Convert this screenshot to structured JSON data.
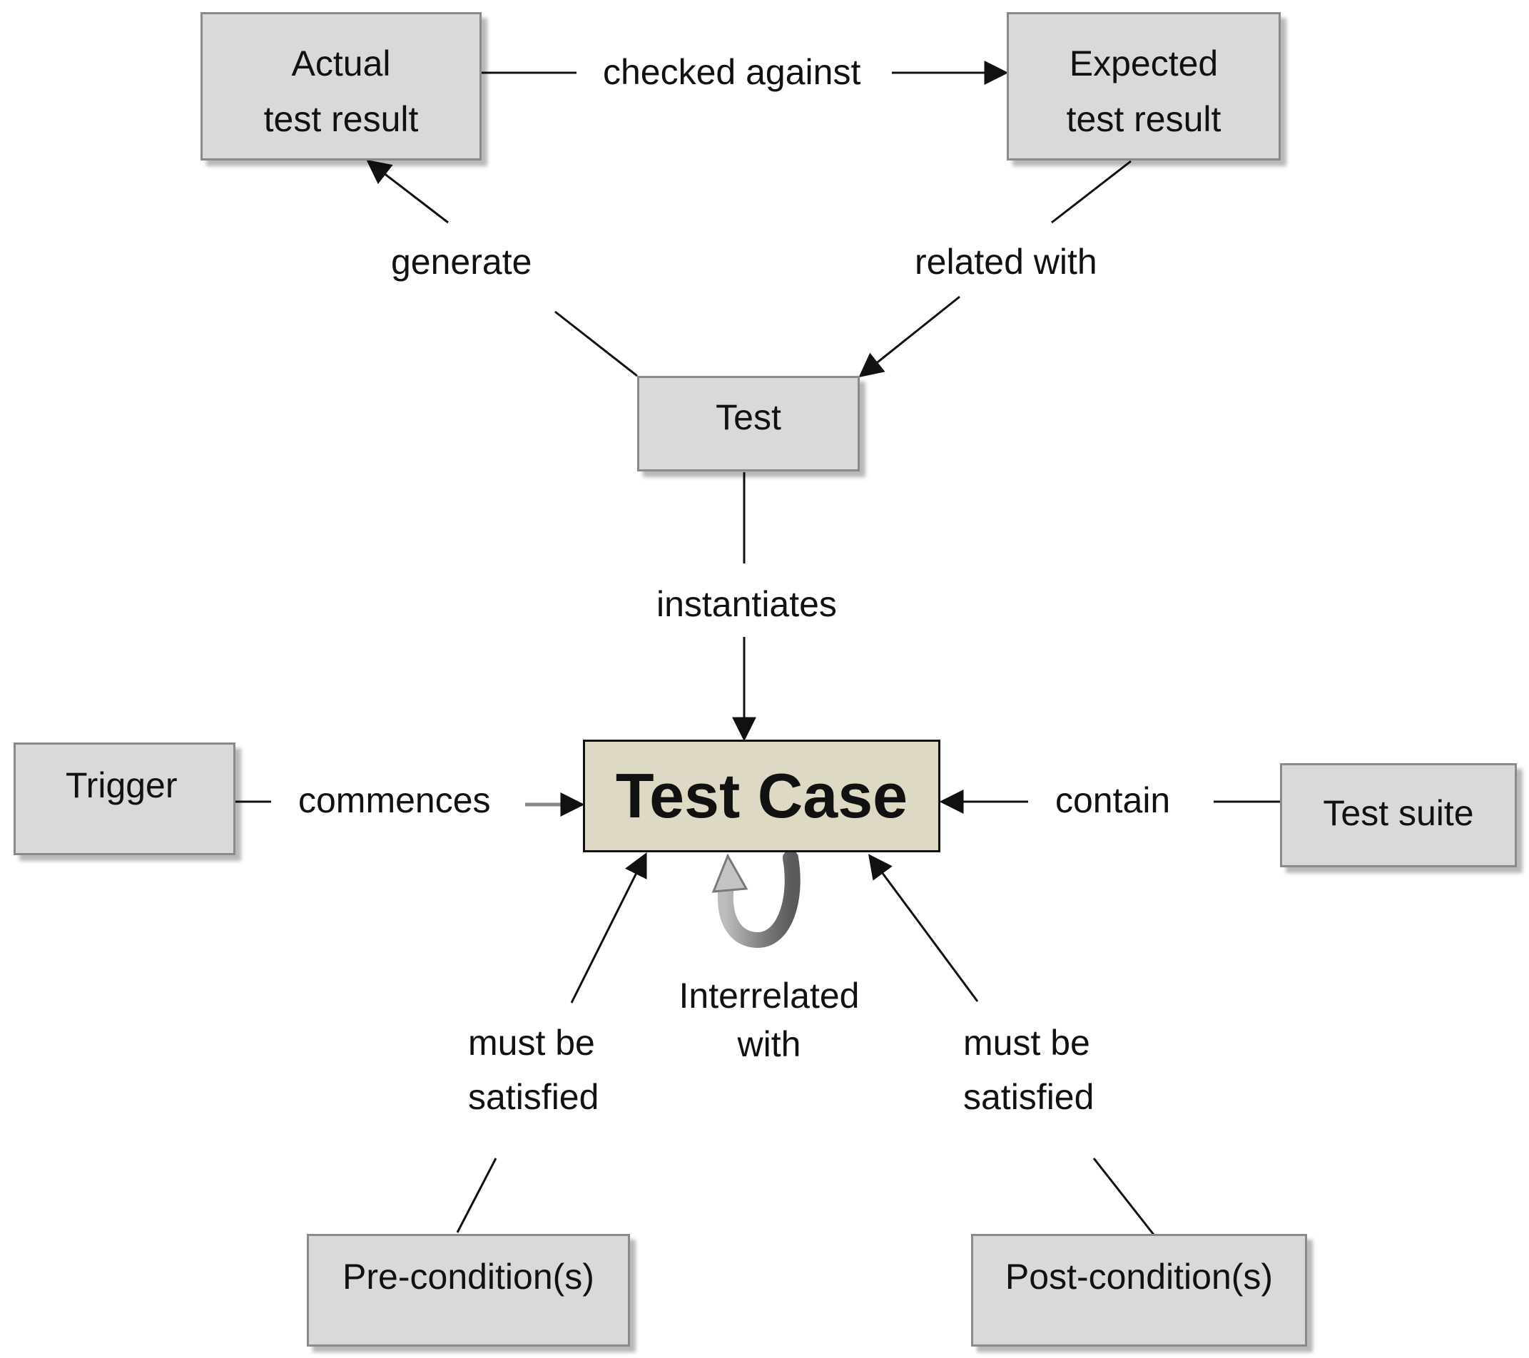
{
  "nodes": {
    "actual": {
      "line1": "Actual",
      "line2": "test result"
    },
    "expected": {
      "line1": "Expected",
      "line2": "test result"
    },
    "test": "Test",
    "test_case": "Test Case",
    "trigger": "Trigger",
    "test_suite": "Test suite",
    "pre": "Pre-condition(s)",
    "post": "Post-condition(s)"
  },
  "edges": {
    "checked_against": "checked against",
    "generate": "generate",
    "related_with": "related with",
    "instantiates": "instantiates",
    "commences": "commences",
    "contain": "contain",
    "interrelated": {
      "line1": "Interrelated",
      "line2": "with"
    },
    "pre_satisfied": {
      "line1": "must be",
      "line2": "satisfied"
    },
    "post_satisfied": {
      "line1": "must be",
      "line2": "satisfied"
    }
  },
  "colors": {
    "node_fill": "#d9d9d9",
    "node_border": "#8a8a8a",
    "main_fill": "#ddd9c4",
    "line": "#111111",
    "self_loop_arrow": "#8c8c8c"
  }
}
